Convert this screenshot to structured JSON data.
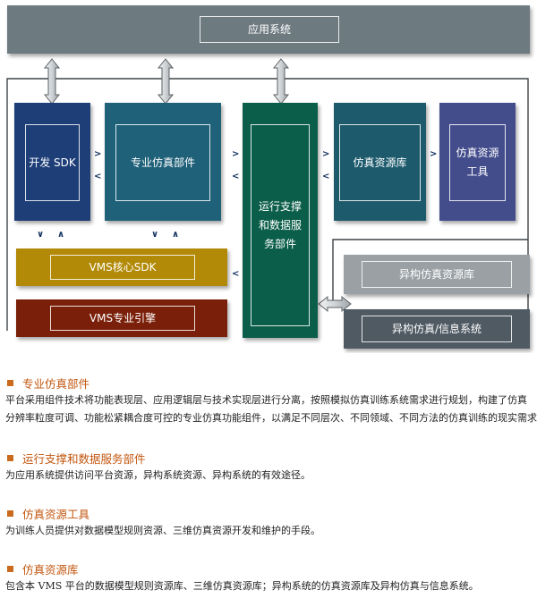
{
  "diagram": {
    "app_system": "应用系统",
    "dev_sdk": "开发 SDK",
    "pro_component": "专业仿真部件",
    "runtime": [
      "运行支撑",
      "和数据服",
      "务部件"
    ],
    "resource_lib": "仿真资源库",
    "resource_tool": [
      "仿真资源",
      "工具"
    ],
    "vms_core": "VMS核心SDK",
    "vms_engine": "VMS专业引擎",
    "hetero_lib": "异构仿真资源库",
    "hetero_sys": "异构仿真/信息系统"
  },
  "sections": [
    {
      "title": "专业仿真部件",
      "lines": [
        "平台采用组件技术将功能表现层、应用逻辑层与技术实现层进行分离，按照模拟仿真训练系统需求进行规划，构建了仿真",
        "分辨率粒度可调、功能松紧耦合度可控的专业仿真功能组件，以满足不同层次、不同领域、不同方法的仿真训练的现实需求。"
      ]
    },
    {
      "title": "运行支撑和数据服务部件",
      "lines": [
        "为应用系统提供访问平台资源，异构系统资源、异构系统的有效途径。"
      ]
    },
    {
      "title": "仿真资源工具",
      "lines": [
        "为训练人员提供对数据模型规则资源、三维仿真资源开发和维护的手段。"
      ]
    },
    {
      "title": "仿真资源库",
      "lines": [
        "包含本 VMS 平台的数据模型规则资源库、三维仿真资源库；异构系统的仿真资源库及异构仿真与信息系统。"
      ]
    }
  ]
}
